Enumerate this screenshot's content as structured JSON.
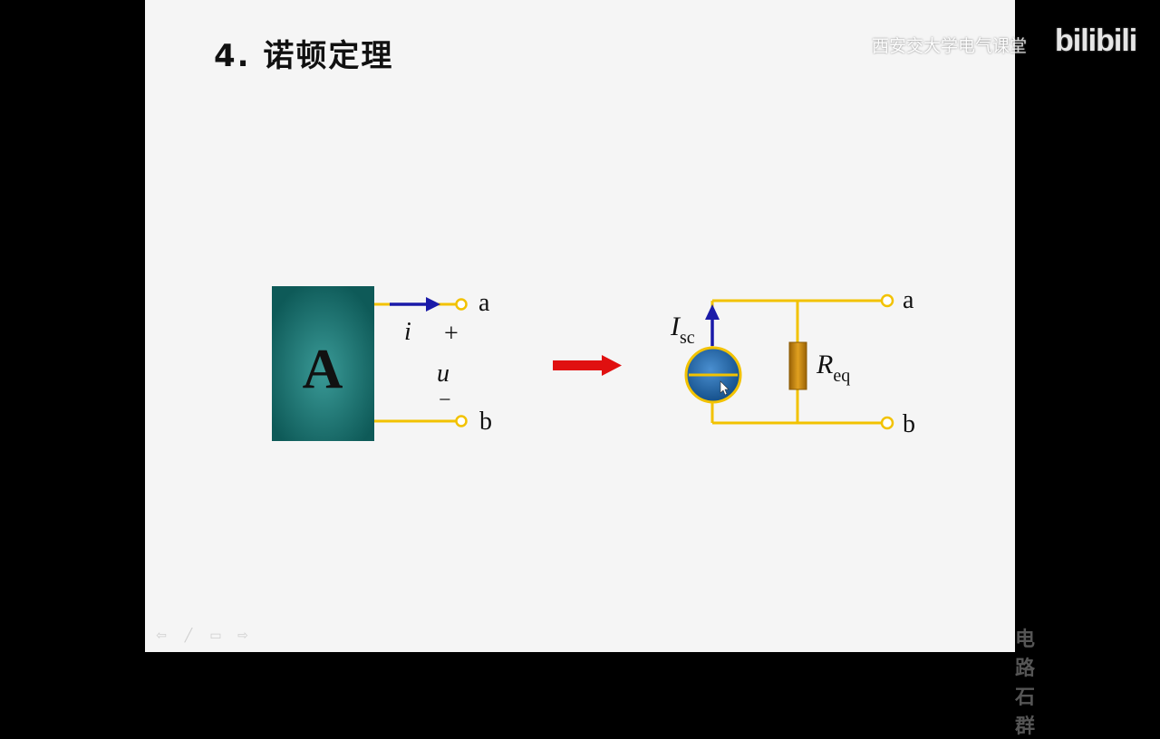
{
  "slide": {
    "title": "4. 诺顿定理",
    "footer": "电路   石群"
  },
  "watermark": {
    "text": "西安交大学电气课堂",
    "logo": "bilibili"
  },
  "left_circuit": {
    "block_label": "A",
    "terminal_a": "a",
    "terminal_b": "b",
    "current_label": "i",
    "plus": "+",
    "voltage_label": "u",
    "minus": "−"
  },
  "right_circuit": {
    "terminal_a": "a",
    "terminal_b": "b",
    "source_label_main": "I",
    "source_label_sub": "sc",
    "resistor_label_main": "R",
    "resistor_label_sub": "eq"
  },
  "nav": {
    "prev": "⇦",
    "pen": "╱",
    "menu": "▭",
    "next": "⇨"
  },
  "colors": {
    "wire": "#f2c200",
    "current_arrow": "#1a1aa8",
    "transform_arrow": "#e01010",
    "block": "#0e5a58",
    "source": "#1c5f9c",
    "resistor": "#c8860a"
  }
}
